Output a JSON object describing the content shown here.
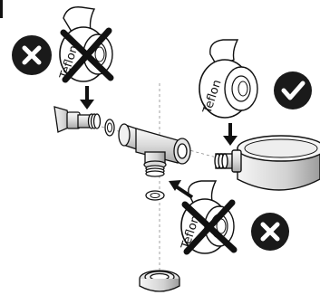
{
  "tape_labels": {
    "top_left": "Teflon",
    "top_right": "Teflon",
    "bottom": "Teflon"
  },
  "status_badges": {
    "top_left": "wrong",
    "top_right": "correct",
    "bottom_right": "wrong"
  },
  "icons": {
    "wrong": "x-mark",
    "correct": "check-mark"
  },
  "colors": {
    "ink": "#111111",
    "badge_fill": "#1a1a1a",
    "badge_symbol": "#ffffff",
    "metal_light": "#f3f3f3",
    "metal_mid": "#d6d6d6",
    "metal_dark": "#9a9a9a"
  }
}
